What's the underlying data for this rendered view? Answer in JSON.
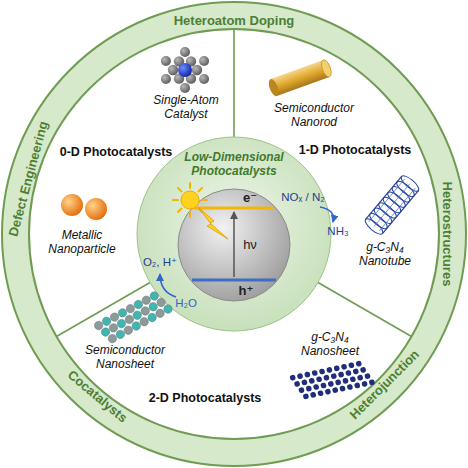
{
  "diagram": {
    "nodes": [
      {
        "text": [
          "Low-Dimensional Photocatalysts"
        ]
      },
      {
        "text": [
          "e⁻",
          "hν",
          "h⁺"
        ],
        "in": 0
      }
    ],
    "labels": [
      "Heteroatom Doping",
      "Heterostructures",
      "Heterojunction",
      "Cocatalysts",
      "Defect Engineering",
      "0-D Photocatalysts",
      "Single-Atom Catalyst",
      "Metallic Nanoparticle",
      "Semiconductor Nanorod",
      "1-D Photocatalysts",
      "g-C₃N₄ Nanotube",
      "Semiconductor Nanosheet",
      "2-D Photocatalysts",
      "g-C₃N₄ Nanosheet",
      "NOₓ / N₂",
      "NH₃",
      "O₂, H⁺",
      "H₂O"
    ]
  }
}
